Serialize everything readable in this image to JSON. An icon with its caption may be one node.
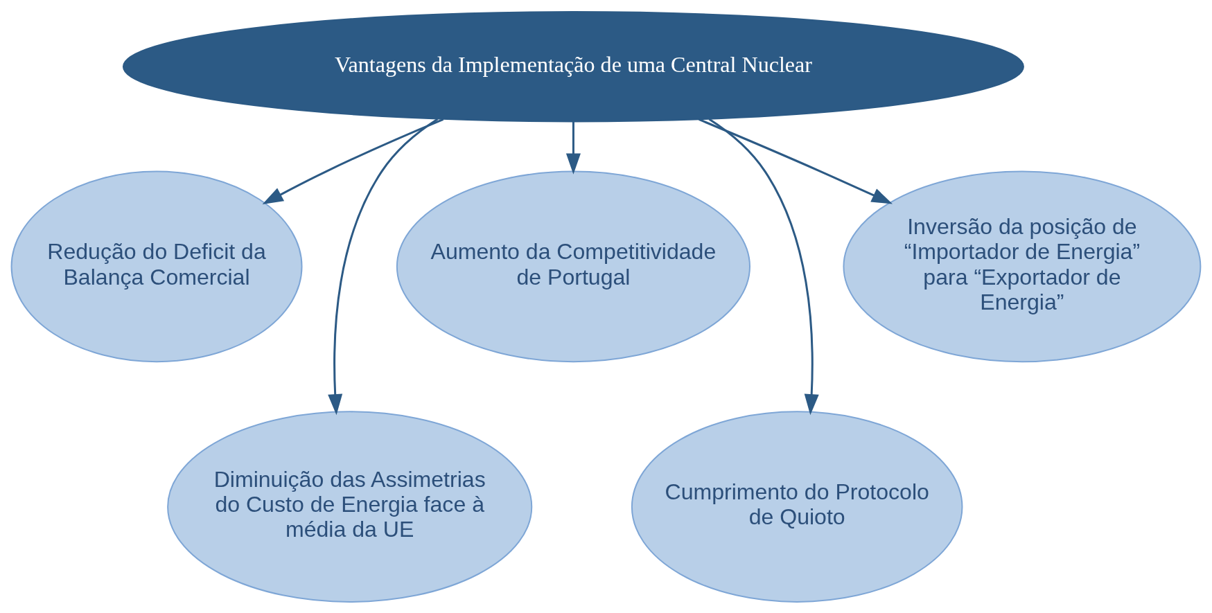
{
  "diagram": {
    "nodes": [
      {
        "text": [
          "Vantagens da Implementação de uma Central Nuclear"
        ]
      },
      {
        "text": [
          "Redução do Deficit da Balança Comercial"
        ]
      },
      {
        "text": [
          "Diminuição das Assimetrias do Custo de Energia face à média da UE"
        ]
      },
      {
        "text": [
          "Aumento da Competitividade de Portugal"
        ]
      },
      {
        "text": [
          "Cumprimento do Protocolo de Quioto"
        ]
      },
      {
        "text": [
          "Inversão da posição de “Importador de Energia” para “Exportador de Energia”"
        ]
      }
    ],
    "edges": [
      {
        "from": 0,
        "to": 1,
        "arrow": "to"
      },
      {
        "from": 0,
        "to": 2,
        "arrow": "to"
      },
      {
        "from": 0,
        "to": 3,
        "arrow": "to"
      },
      {
        "from": 0,
        "to": 4,
        "arrow": "to"
      },
      {
        "from": 0,
        "to": 5,
        "arrow": "to"
      }
    ]
  }
}
